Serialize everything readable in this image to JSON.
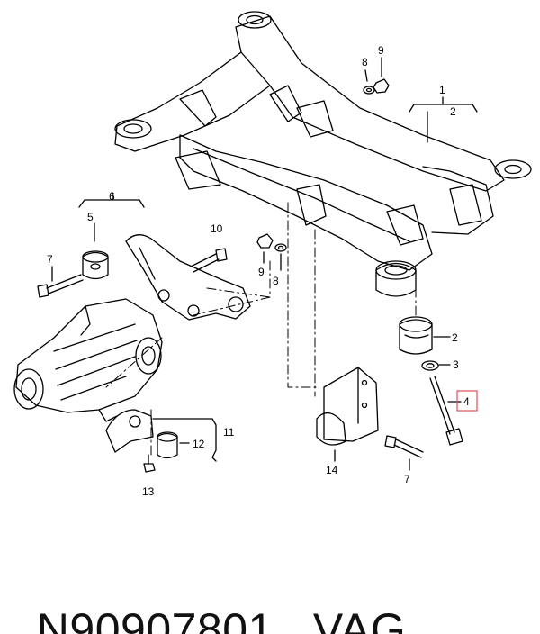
{
  "diagram": {
    "part_labels": {
      "p1": "1",
      "p2a": "2",
      "p2b": "2",
      "p3": "3",
      "p4": "4",
      "p5": "5",
      "p6": "6",
      "p7a": "7",
      "p7b": "7",
      "p8a": "8",
      "p8b": "8",
      "p9a": "9",
      "p9b": "9",
      "p10": "10",
      "p11": "11",
      "p12": "12",
      "p13": "13",
      "p14": "14"
    },
    "highlighted_part": "4",
    "highlight_color": "#e0505a",
    "line_color": "#000000"
  },
  "caption": {
    "part_number": "N90907801",
    "brand": "VAG"
  }
}
